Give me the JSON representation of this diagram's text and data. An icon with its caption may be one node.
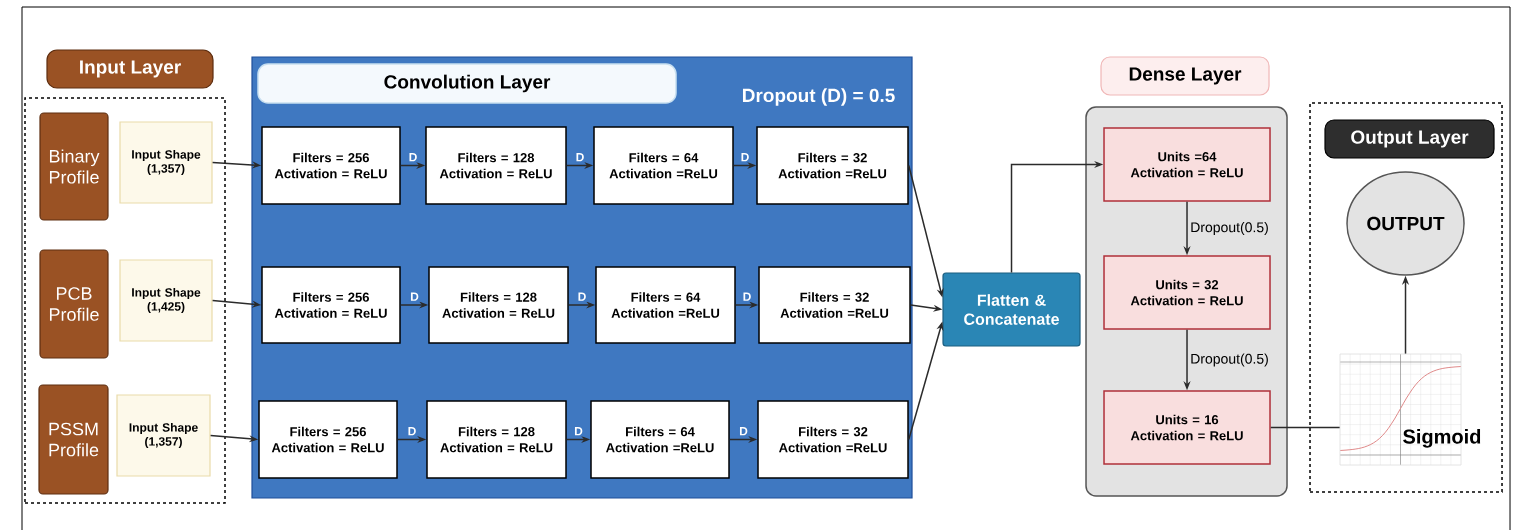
{
  "diagram": {
    "nodes": [
      {
        "text": [
          "Input Layer"
        ]
      },
      {
        "text": [
          "Binary Profile"
        ],
        "in": 0
      },
      {
        "text": [
          "Input Shape (1,357)"
        ],
        "in": 0
      },
      {
        "text": [
          "PCB Profile"
        ],
        "in": 0
      },
      {
        "text": [
          "Input Shape (1,425)"
        ],
        "in": 0
      },
      {
        "text": [
          "PSSM Profile"
        ],
        "in": 0
      },
      {
        "text": [
          "Input Shape (1,357)"
        ],
        "in": 0
      },
      {
        "text": [
          "Convolution Layer",
          "Dropout (D) = 0.5"
        ]
      },
      {
        "text": [
          "Filters = 256 Activation = ReLU"
        ],
        "in": 7
      },
      {
        "text": [
          "Filters = 128 Activation = ReLU"
        ],
        "in": 7
      },
      {
        "text": [
          "Filters = 64 Activation =ReLU"
        ],
        "in": 7
      },
      {
        "text": [
          "Filters = 32 Activation =ReLU"
        ],
        "in": 7
      },
      {
        "text": [
          "Filters = 256 Activation = ReLU"
        ],
        "in": 7
      },
      {
        "text": [
          "Filters = 128 Activation = ReLU"
        ],
        "in": 7
      },
      {
        "text": [
          "Filters = 64 Activation =ReLU"
        ],
        "in": 7
      },
      {
        "text": [
          "Filters = 32 Activation =ReLU"
        ],
        "in": 7
      },
      {
        "text": [
          "Filters = 256 Activation = ReLU"
        ],
        "in": 7
      },
      {
        "text": [
          "Filters = 128 Activation = ReLU"
        ],
        "in": 7
      },
      {
        "text": [
          "Filters = 64 Activation =ReLU"
        ],
        "in": 7
      },
      {
        "text": [
          "Filters = 32 Activation =ReLU"
        ],
        "in": 7
      },
      {
        "text": [
          "Flatten & Concatenate"
        ]
      },
      {
        "text": [
          "Dense Layer"
        ]
      },
      {
        "text": [
          "Units =64 Activation = ReLU"
        ],
        "in": 21
      },
      {
        "text": [
          "Units = 32 Activation = ReLU"
        ],
        "in": 21
      },
      {
        "text": [
          "Units = 16 Activation = ReLU"
        ],
        "in": 21
      },
      {
        "text": [
          "Output Layer"
        ]
      },
      {
        "text": [
          "OUTPUT"
        ],
        "in": 25
      },
      {
        "text": [
          "Sigmoid"
        ],
        "in": 25
      }
    ],
    "edges": [
      {
        "from": 2,
        "to": 8,
        "arrow": "to"
      },
      {
        "from": 4,
        "to": 12,
        "arrow": "to"
      },
      {
        "from": 6,
        "to": 16,
        "arrow": "to"
      },
      {
        "from": 8,
        "to": 9,
        "arrow": "to",
        "label": "D"
      },
      {
        "from": 9,
        "to": 10,
        "arrow": "to",
        "label": "D"
      },
      {
        "from": 10,
        "to": 11,
        "arrow": "to",
        "label": "D"
      },
      {
        "from": 12,
        "to": 13,
        "arrow": "to",
        "label": "D"
      },
      {
        "from": 13,
        "to": 14,
        "arrow": "to",
        "label": "D"
      },
      {
        "from": 14,
        "to": 15,
        "arrow": "to",
        "label": "D"
      },
      {
        "from": 16,
        "to": 17,
        "arrow": "to",
        "label": "D"
      },
      {
        "from": 17,
        "to": 18,
        "arrow": "to",
        "label": "D"
      },
      {
        "from": 18,
        "to": 19,
        "arrow": "to",
        "label": "D"
      },
      {
        "from": 11,
        "to": 20,
        "arrow": "to"
      },
      {
        "from": 15,
        "to": 20,
        "arrow": "to"
      },
      {
        "from": 19,
        "to": 20,
        "arrow": "to"
      },
      {
        "from": 20,
        "to": 22,
        "arrow": "to"
      },
      {
        "from": 22,
        "to": 23,
        "arrow": "to",
        "label": "Dropout(0.5)"
      },
      {
        "from": 23,
        "to": 24,
        "arrow": "to",
        "label": "Dropout(0.5)"
      },
      {
        "from": 24,
        "to": 27,
        "arrow": "none"
      },
      {
        "from": 27,
        "to": 26,
        "arrow": "to"
      }
    ]
  }
}
